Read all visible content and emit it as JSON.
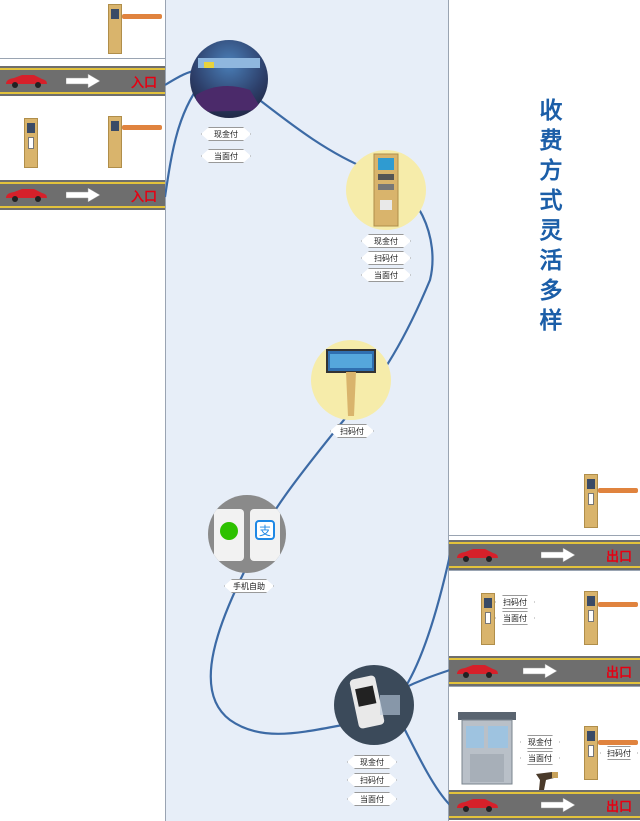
{
  "title_chars": [
    "收",
    "费",
    "方",
    "式",
    "灵",
    "活",
    "多",
    "样"
  ],
  "labels": {
    "entrance": "入口",
    "exit": "出口",
    "cash": "现金付",
    "onsite": "当面付",
    "scan": "扫码付",
    "mobile_self": "手机自助"
  },
  "colors": {
    "panel": "#e7eef8",
    "flow_line": "#3c6aa5",
    "road_text": "#e60012",
    "title": "#1b5ea8"
  }
}
